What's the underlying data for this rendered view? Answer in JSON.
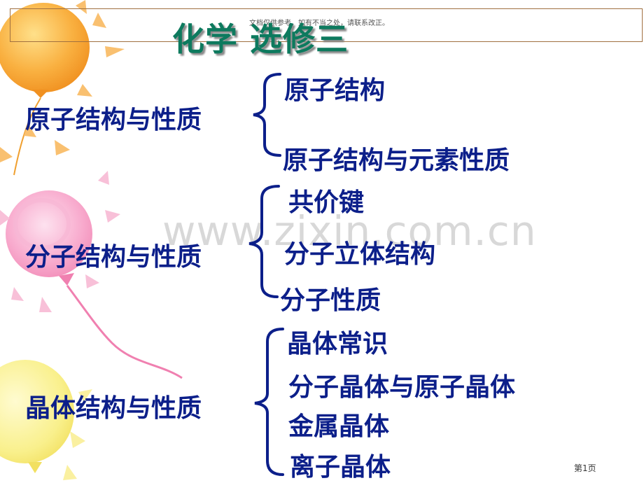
{
  "notice": "文档仅供参考，如有不当之处，请联系改正。",
  "title": "化学 选修三",
  "watermark": "www.zixin.com.cn",
  "sections": [
    {
      "topic": "原子结构与性质",
      "items": [
        "原子结构",
        "原子结构与元素性质"
      ]
    },
    {
      "topic": "分子结构与性质",
      "items": [
        "共价键",
        "分子立体结构",
        "分子性质"
      ]
    },
    {
      "topic": "晶体结构与性质",
      "items": [
        "晶体常识",
        "分子晶体与原子晶体",
        "金属晶体",
        "离子晶体"
      ]
    }
  ],
  "page_number": "第1页",
  "colors": {
    "title": "#0d7a5e",
    "text": "#0c1f8a",
    "balloon_orange": "#f9a93a",
    "balloon_pink": "#f7a0c8",
    "balloon_yellow": "#f8ee80"
  }
}
